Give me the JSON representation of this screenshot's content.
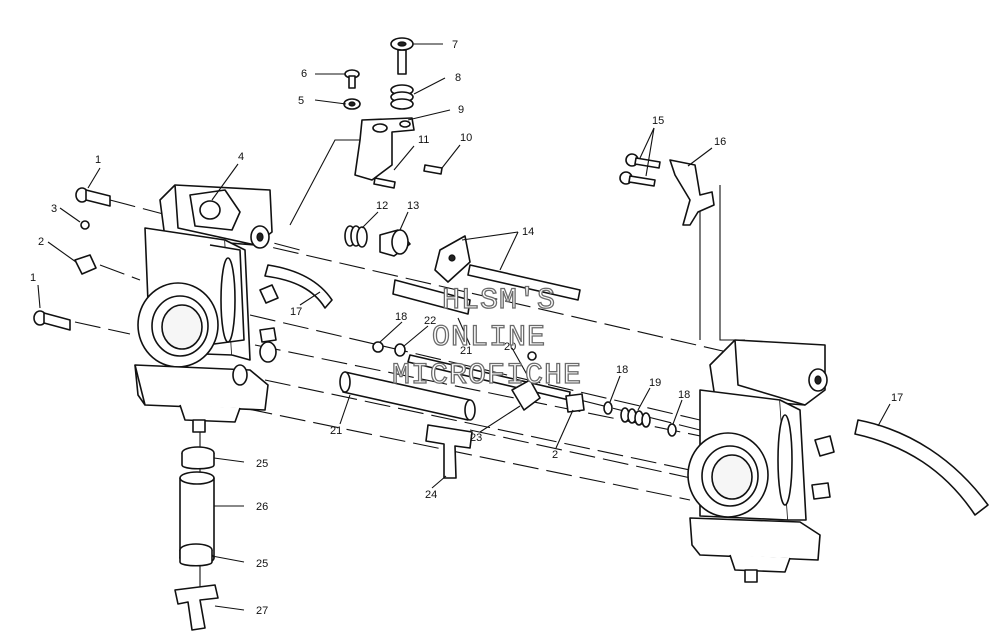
{
  "watermark": {
    "line1": "HLSM'S",
    "line2": "ONLINE",
    "line3": "MICROFICHE"
  },
  "callouts": {
    "c1a": "1",
    "c1b": "1",
    "c2a": "2",
    "c2b": "2",
    "c3": "3",
    "c4": "4",
    "c5": "5",
    "c6": "6",
    "c7": "7",
    "c8": "8",
    "c9": "9",
    "c10": "10",
    "c11": "11",
    "c12": "12",
    "c13": "13",
    "c14": "14",
    "c15": "15",
    "c16": "16",
    "c17a": "17",
    "c17b": "17",
    "c18a": "18",
    "c18b": "18",
    "c18c": "18",
    "c19": "19",
    "c20": "20",
    "c21a": "21",
    "c21b": "21",
    "c22": "22",
    "c23": "23",
    "c24": "24",
    "c25a": "25",
    "c25b": "25",
    "c26": "26",
    "c27": "27"
  }
}
